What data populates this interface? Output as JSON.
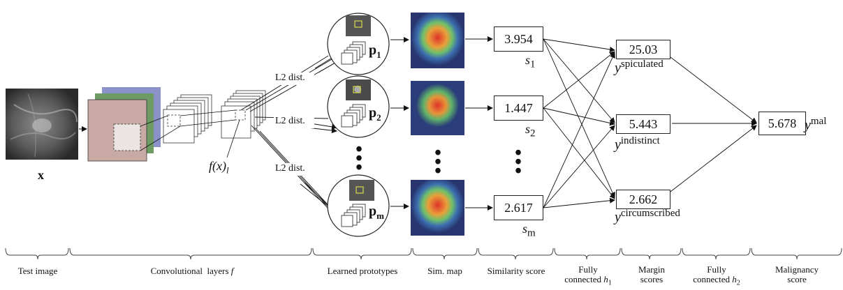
{
  "input_label": "x",
  "feature_label": "f(x)",
  "feature_subscript": "l",
  "l2_label": "L2 dist.",
  "prototypes": [
    {
      "label": "p",
      "subscript": "1"
    },
    {
      "label": "p",
      "subscript": "2"
    },
    {
      "label": "p",
      "subscript": "m"
    }
  ],
  "similarity_scores": [
    {
      "value": "3.954",
      "label": "s",
      "subscript": "1"
    },
    {
      "value": "1.447",
      "label": "s",
      "subscript": "2"
    },
    {
      "value": "2.617",
      "label": "s",
      "subscript": "m"
    }
  ],
  "margin_scores": [
    {
      "value": "25.03",
      "label": "y",
      "superscript": "spiculated"
    },
    {
      "value": "5.443",
      "label": "y",
      "superscript": "indistinct"
    },
    {
      "value": "2.662",
      "label": "y",
      "superscript": "circumscribed"
    }
  ],
  "malignancy": {
    "value": "5.678",
    "label": "y",
    "superscript": "mal"
  },
  "captions": [
    {
      "line1": "Test image",
      "line2": ""
    },
    {
      "line1": "Convolutional  layers ",
      "italic": "f"
    },
    {
      "line1": "Learned prototypes",
      "line2": ""
    },
    {
      "line1": "Sim. map",
      "line2": ""
    },
    {
      "line1": "Similarity score",
      "line2": ""
    },
    {
      "line1": "Fully",
      "line2": "connected ",
      "italic": "h",
      "sub": "1"
    },
    {
      "line1": "Margin",
      "line2": "scores"
    },
    {
      "line1": "Fully",
      "line2": "connected ",
      "italic": "h",
      "sub": "2"
    },
    {
      "line1": "Malignancy",
      "line2": "score"
    }
  ],
  "colors": {
    "pink_layer": "#c9a9a4",
    "green_layer": "#6e9a63",
    "blue_layer": "#8a92c8",
    "heat_bg": "#2a3a78"
  }
}
